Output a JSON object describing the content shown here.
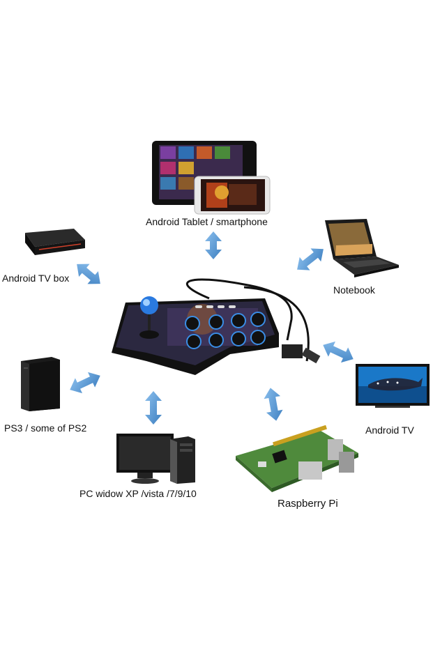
{
  "devices": [
    {
      "id": "tablet",
      "label": "Android Tablet / smartphone"
    },
    {
      "id": "tvbox",
      "label": "Android TV box"
    },
    {
      "id": "notebook",
      "label": "Notebook"
    },
    {
      "id": "ps3",
      "label": "PS3 / some of PS2"
    },
    {
      "id": "androidtv",
      "label": "Android TV"
    },
    {
      "id": "pc",
      "label": "PC widow XP /vista /7/9/10"
    },
    {
      "id": "raspberry",
      "label": "Raspberry Pi"
    }
  ],
  "colors": {
    "arrow": "#5b9bd5",
    "arrow_dark": "#3d7fc0",
    "controller_body": "#111111",
    "button_ring": "#3a8ee6",
    "pcb_green": "#4f8a3c"
  },
  "icons": [
    "arcade-controller",
    "tablet",
    "smartphone",
    "tv-box",
    "notebook",
    "ps3-console",
    "android-tv",
    "pc-monitor",
    "pc-tower",
    "raspberry-pi-board"
  ]
}
